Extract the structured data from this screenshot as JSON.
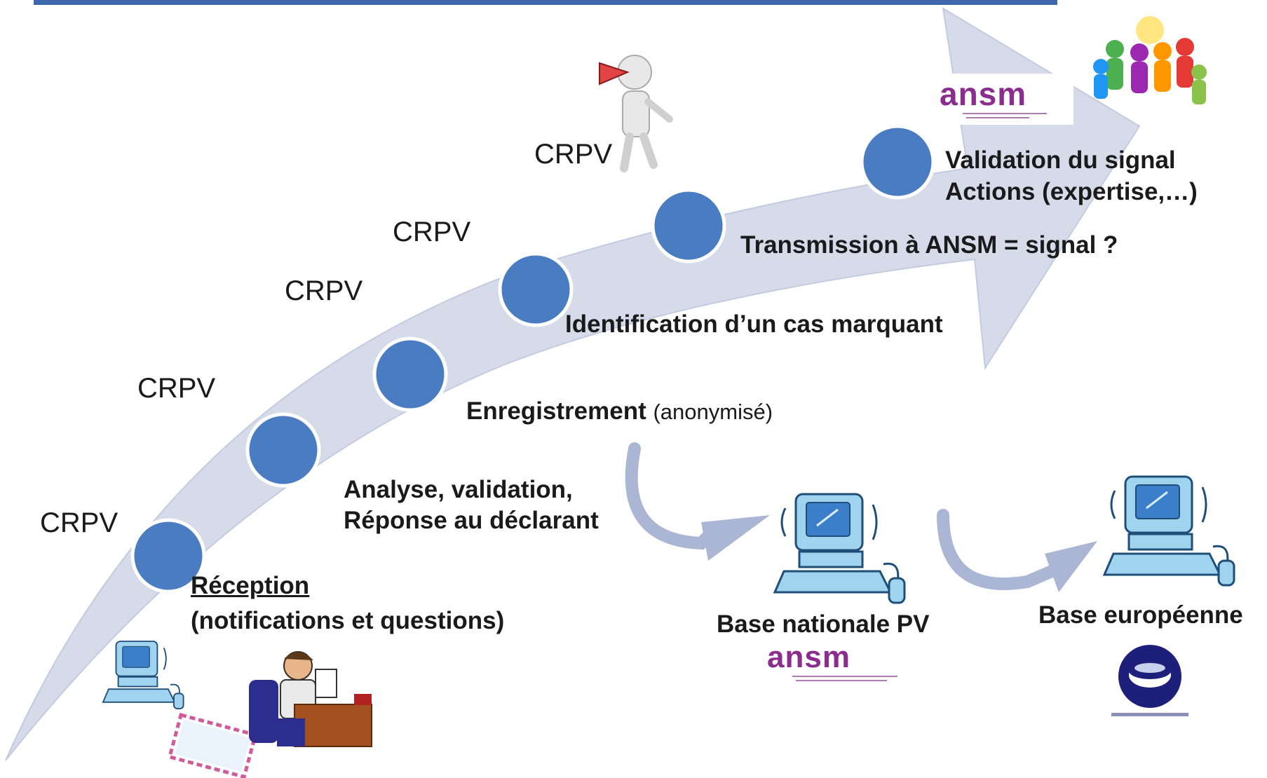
{
  "colors": {
    "arrow_fill": "#d6dbe9",
    "arrow_edge": "#b8c1d9",
    "circle_fill": "#4a7cc2",
    "circle_stroke": "#ffffff",
    "top_bar": "#3f67b0",
    "curve_arrow": "#aab6d3",
    "ansm_purple": "#8b2d8e",
    "ema_blue": "#1d1f7a"
  },
  "crpv_labels": [
    "CRPV",
    "CRPV",
    "CRPV",
    "CRPV",
    "CRPV"
  ],
  "steps": {
    "reception_title": "Réception",
    "reception_sub": "(notifications et questions)",
    "analyse_line1": "Analyse, validation,",
    "analyse_line2": "Réponse au déclarant",
    "enregistrement": "Enregistrement",
    "enregistrement_note": "(anonymisé)",
    "identification": "Identification d’un cas marquant",
    "transmission": "Transmission à ANSM = signal ?",
    "validation_line1": "Validation du signal",
    "validation_line2": "Actions (expertise,…)"
  },
  "bases": {
    "nationale": "Base nationale PV",
    "europeenne": "Base européenne"
  },
  "logos": {
    "ansm_top": "ansm",
    "ansm_bottom": "ansm"
  },
  "icons": [
    "computer-icon",
    "envelope-icon",
    "office-worker-icon",
    "megaphone-person-icon",
    "team-people-icon",
    "ema-logo-icon"
  ]
}
